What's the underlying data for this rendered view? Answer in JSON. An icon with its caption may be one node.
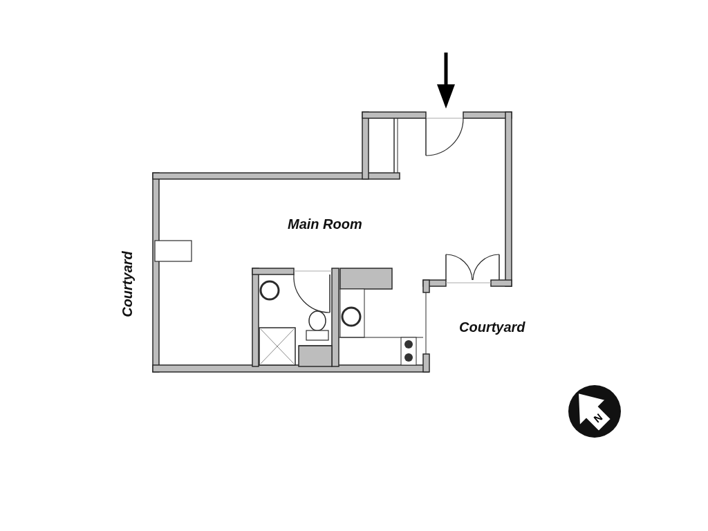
{
  "diagram": {
    "labels": [
      "Main Room",
      "Courtyard",
      "Courtyard",
      "N"
    ]
  }
}
